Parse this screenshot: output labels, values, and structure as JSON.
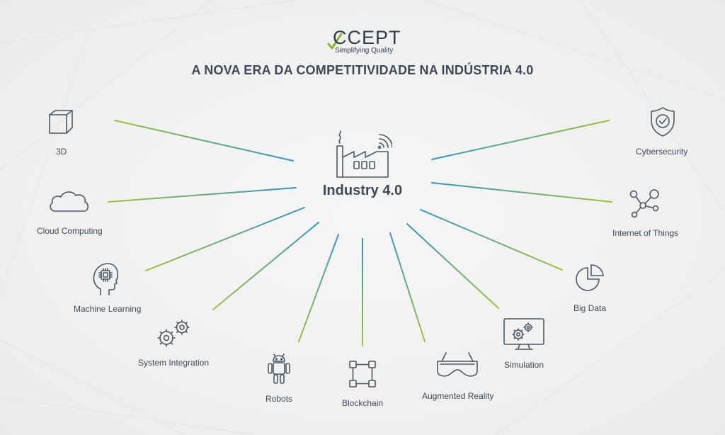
{
  "brand": {
    "name": "CCEPT",
    "tagline": "Simplifying Quality",
    "accent_green": "#8ab52a",
    "accent_blue": "#2e95c9"
  },
  "headline": "A NOVA ERA DA COMPETITIVIDADE NA INDÚSTRIA 4.0",
  "center": {
    "label": "Industry 4.0",
    "icon": "factory-icon"
  },
  "nodes": [
    {
      "id": "3d",
      "label": "3D",
      "icon": "cube-icon"
    },
    {
      "id": "cloud",
      "label": "Cloud Computing",
      "icon": "cloud-icon"
    },
    {
      "id": "ml",
      "label": "Machine Learning",
      "icon": "brain-chip-icon"
    },
    {
      "id": "sysint",
      "label": "System Integration",
      "icon": "gears-icon"
    },
    {
      "id": "robots",
      "label": "Robots",
      "icon": "robot-icon"
    },
    {
      "id": "blockchain",
      "label": "Blockchain",
      "icon": "blockchain-icon"
    },
    {
      "id": "ar",
      "label": "Augmented Reality",
      "icon": "vr-goggles-icon"
    },
    {
      "id": "simulation",
      "label": "Simulation",
      "icon": "monitor-gears-icon"
    },
    {
      "id": "bigdata",
      "label": "Big Data",
      "icon": "pie-chart-icon"
    },
    {
      "id": "iot",
      "label": "Internet of Things",
      "icon": "network-nodes-icon"
    },
    {
      "id": "cyber",
      "label": "Cybersecurity",
      "icon": "shield-check-icon"
    }
  ]
}
